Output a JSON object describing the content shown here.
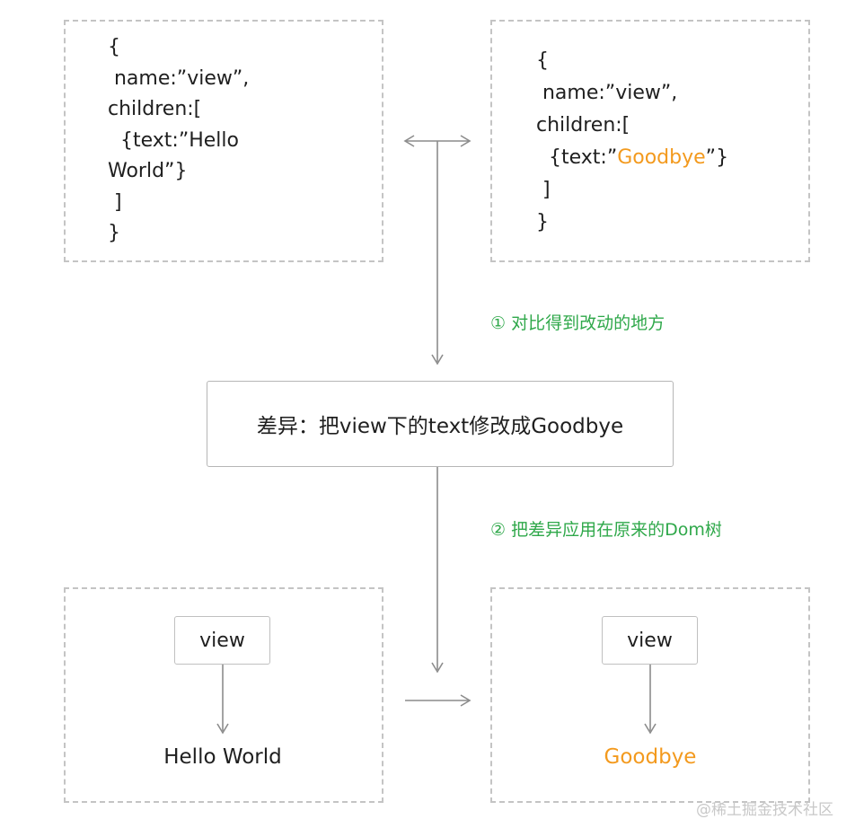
{
  "top_left_code": {
    "line1": "{",
    "line2": " name:”view”,",
    "line3": "children:[",
    "line4": "  {text:”Hello",
    "line5": "World”}",
    "line6": " ]",
    "line7": "}"
  },
  "top_right_code": {
    "line1": "{",
    "line2": " name:”view”,",
    "line3": "children:[",
    "line4_prefix": "  {text:”",
    "line4_highlight": "Goodbye",
    "line4_suffix": "”}",
    "line5": " ]",
    "line6": "}"
  },
  "step1": "① 对比得到改动的地方",
  "diff_box": "差异：把view下的text修改成Goodbye",
  "step2": "② 把差异应用在原来的Dom树",
  "bottom_left": {
    "node": "view",
    "leaf": "Hello World"
  },
  "bottom_right": {
    "node": "view",
    "leaf": "Goodbye"
  },
  "watermark": "@稀土掘金技术社区",
  "colors": {
    "highlight": "#f39a1e",
    "step_text": "#2fa84a",
    "arrow": "#8c8c8c",
    "dash_border": "#c4c4c4"
  }
}
